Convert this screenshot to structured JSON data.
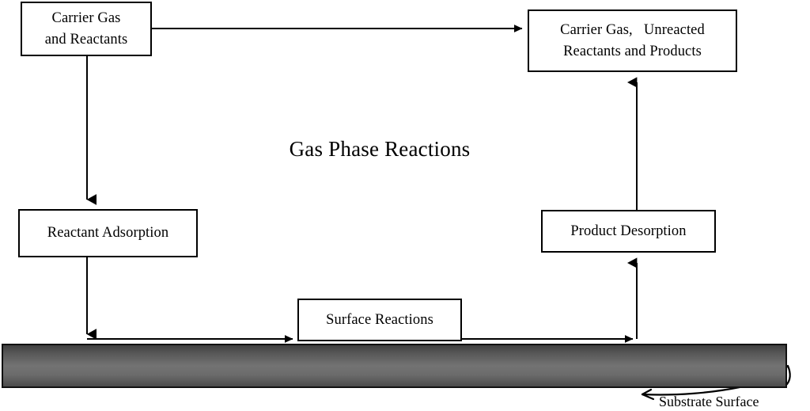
{
  "diagram": {
    "title_center": "Gas Phase Reactions",
    "nodes": {
      "inlet": {
        "line1": "Carrier Gas",
        "line2": "and Reactants"
      },
      "outlet": {
        "line1": "Carrier Gas,   Unreacted",
        "line2": "Reactants and Products"
      },
      "adsorption": {
        "label": "Reactant Adsorption"
      },
      "desorption": {
        "label": "Product Desorption"
      },
      "surface": {
        "label": "Surface Reactions"
      }
    },
    "substrate": {
      "label": "Substrate Surface"
    },
    "colors": {
      "stroke": "#000000",
      "box_fill": "#ffffff",
      "page_background": "#ffffff",
      "substrate_dark": "#3f3f3f",
      "substrate_light": "#737373"
    }
  }
}
